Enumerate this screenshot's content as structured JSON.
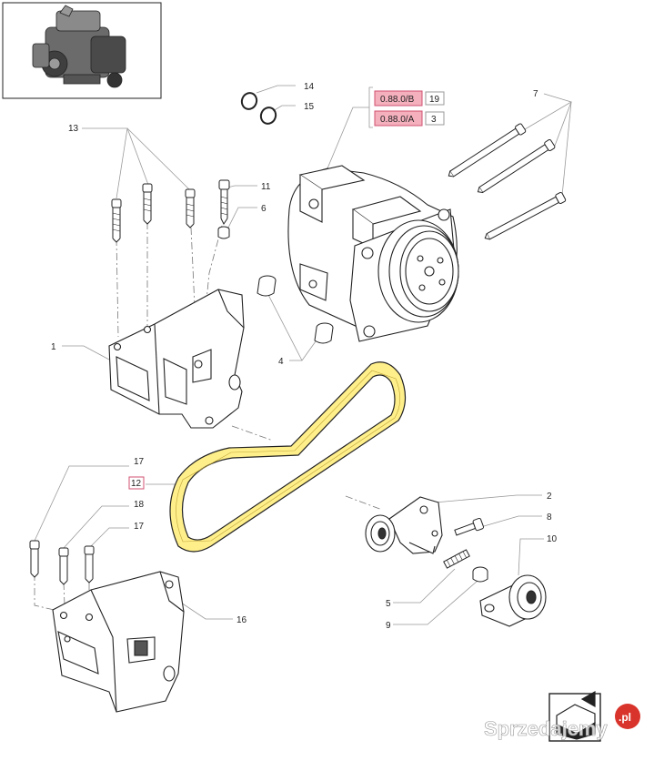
{
  "callouts": {
    "c1": "1",
    "c2": "2",
    "c4": "4",
    "c5": "5",
    "c6": "6",
    "c7": "7",
    "c8": "8",
    "c9": "9",
    "c10": "10",
    "c11": "11",
    "c12": "12",
    "c13": "13",
    "c14": "14",
    "c15": "15",
    "c16": "16",
    "c17a": "17",
    "c17b": "17",
    "c18": "18"
  },
  "references": [
    {
      "code": "0.88.0/B",
      "qty": "19"
    },
    {
      "code": "0.88.0/A",
      "qty": "3"
    }
  ],
  "watermark": {
    "text": "Sprzedajemy",
    "badge": ".pl"
  },
  "colors": {
    "belt_fill": "#ffef8a",
    "belt_stroke": "#222222",
    "ref_fill": "#f4b0bd",
    "ref_stroke": "#d05070",
    "line": "#333333",
    "leader": "#999999"
  },
  "icons": {
    "thumbnail": "engine-thumbnail-icon",
    "navigation": "navigation-arrow-icon"
  }
}
